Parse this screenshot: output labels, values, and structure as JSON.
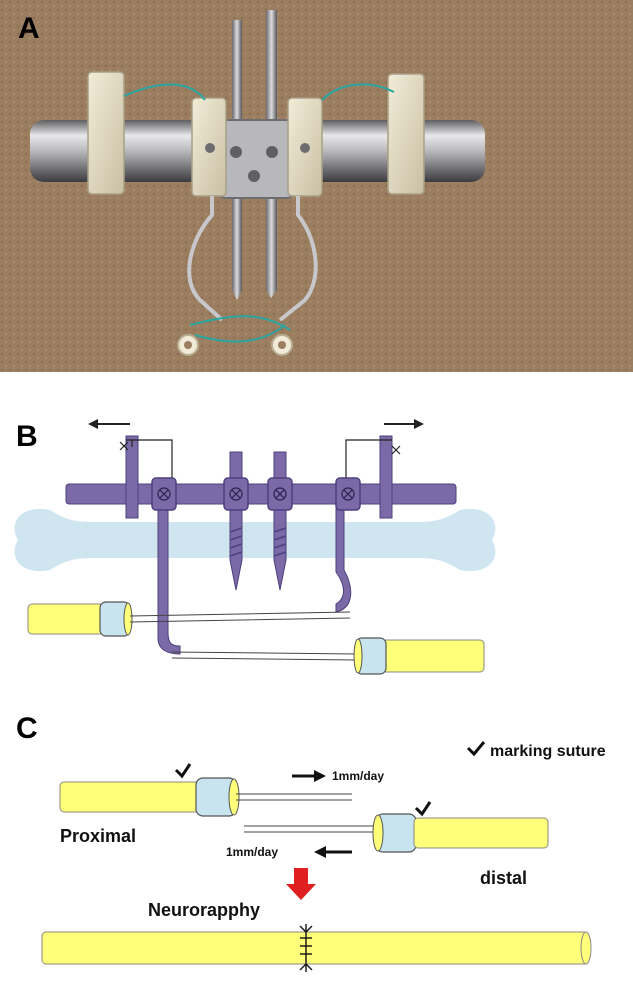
{
  "panel_a": {
    "letter": "A",
    "photo_description": "photograph of metal distraction device with pins, posts and blue sutures on brown background"
  },
  "panel_b": {
    "letter": "B"
  },
  "panel_c": {
    "letter": "C",
    "legend_label": "marking suture",
    "rate_top": "1mm/day",
    "rate_bottom": "1mm/day",
    "label_proximal": "Proximal",
    "label_distal": "distal",
    "label_neurorapphy": "Neurorapphy"
  },
  "colors": {
    "device_purple": "#7b6aa6",
    "device_purple_dark": "#4d4080",
    "bone_blue": "#cfe6f0",
    "nerve_yellow": "#ffff7a",
    "conduit_blue": "#c8e4ee",
    "arrow_red": "#e02020",
    "photo_bg": "#9a7b5e"
  }
}
